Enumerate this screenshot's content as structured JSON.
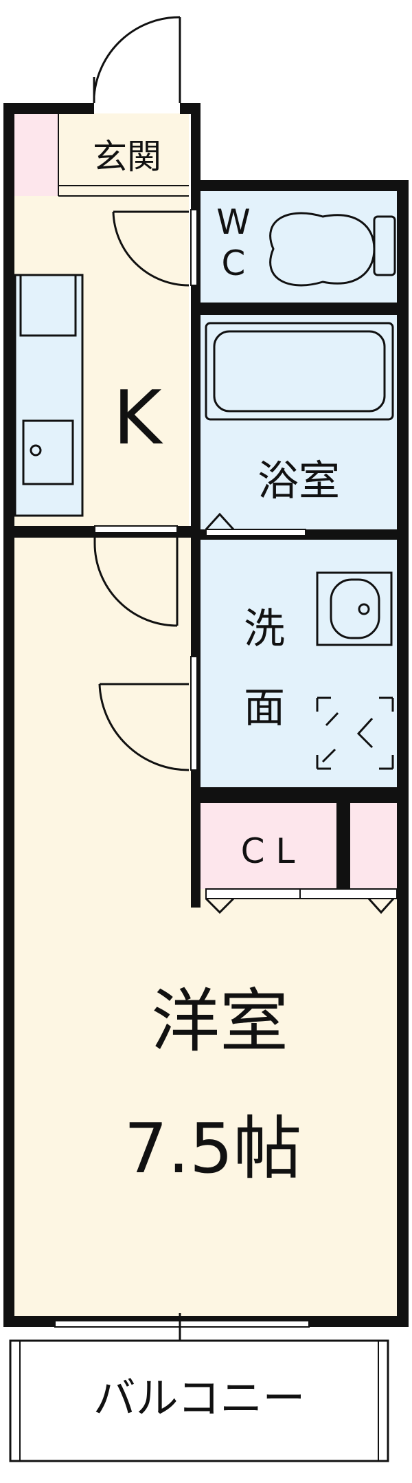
{
  "rooms": {
    "entrance": "玄関",
    "wc_line1": "W",
    "wc_line2": "C",
    "kitchen": "K",
    "bath": "浴室",
    "wash_line1": "洗",
    "wash_line2": "面",
    "closet": "C L",
    "western_name": "洋室",
    "western_size": "7.5帖",
    "balcony": "バルコニー"
  },
  "colors": {
    "wall": "#111111",
    "floor": "#fdf6e3",
    "wet": "#e3f2fb",
    "storage": "#fde6ec",
    "background": "#ffffff"
  }
}
